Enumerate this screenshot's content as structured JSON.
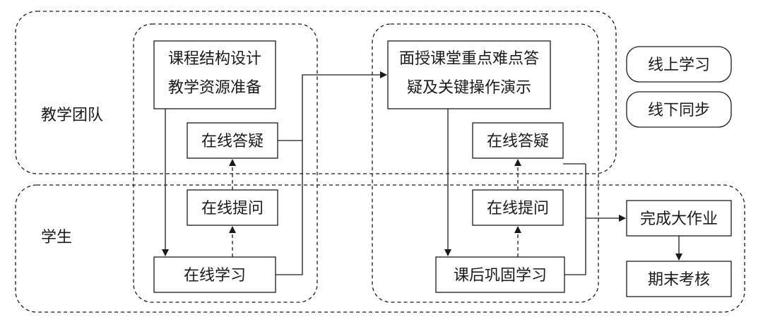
{
  "regions": {
    "teaching_team": "教学团队",
    "students": "学生"
  },
  "legend": {
    "online": "线上学习",
    "offline": "线下同步"
  },
  "online_phase": {
    "course_design_line1": "课程结构设计",
    "course_design_line2": "教学资源准备",
    "online_answer": "在线答疑",
    "online_question": "在线提问",
    "online_study": "在线学习"
  },
  "offline_phase": {
    "lecture_line1": "面授课堂重点难点答",
    "lecture_line2": "疑及关键操作演示",
    "online_answer": "在线答疑",
    "online_question": "在线提问",
    "review_study": "课后巩固学习"
  },
  "final": {
    "assignment": "完成大作业",
    "exam": "期末考核"
  },
  "colors": {
    "stroke": "#1a1a1a",
    "background": "#ffffff"
  }
}
